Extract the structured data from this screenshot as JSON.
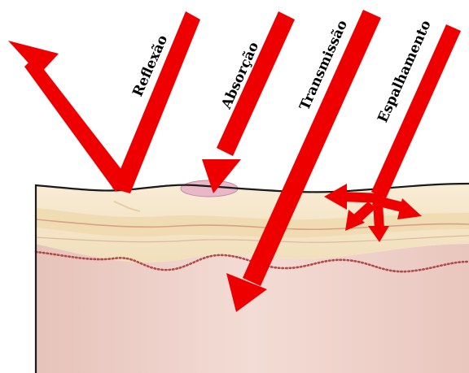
{
  "labels": {
    "reflection": "Reflexão",
    "absorption": "Absorção",
    "transmission": "Transmissão",
    "scattering": "Espalhamento"
  },
  "colors": {
    "arrow": "#ee0000",
    "epidermis_top": "#f7e7cc",
    "epidermis_band": "#efdcb2",
    "dermis": "#f0d6cf",
    "dermis_deep": "#e8c4bc",
    "basal_dots": "#b34a4a",
    "lesion": "#e8b7c8",
    "outline": "#1a1a1a"
  },
  "icons": [
    "reflection-arrow",
    "absorption-arrow",
    "transmission-arrow",
    "scattering-arrows"
  ]
}
